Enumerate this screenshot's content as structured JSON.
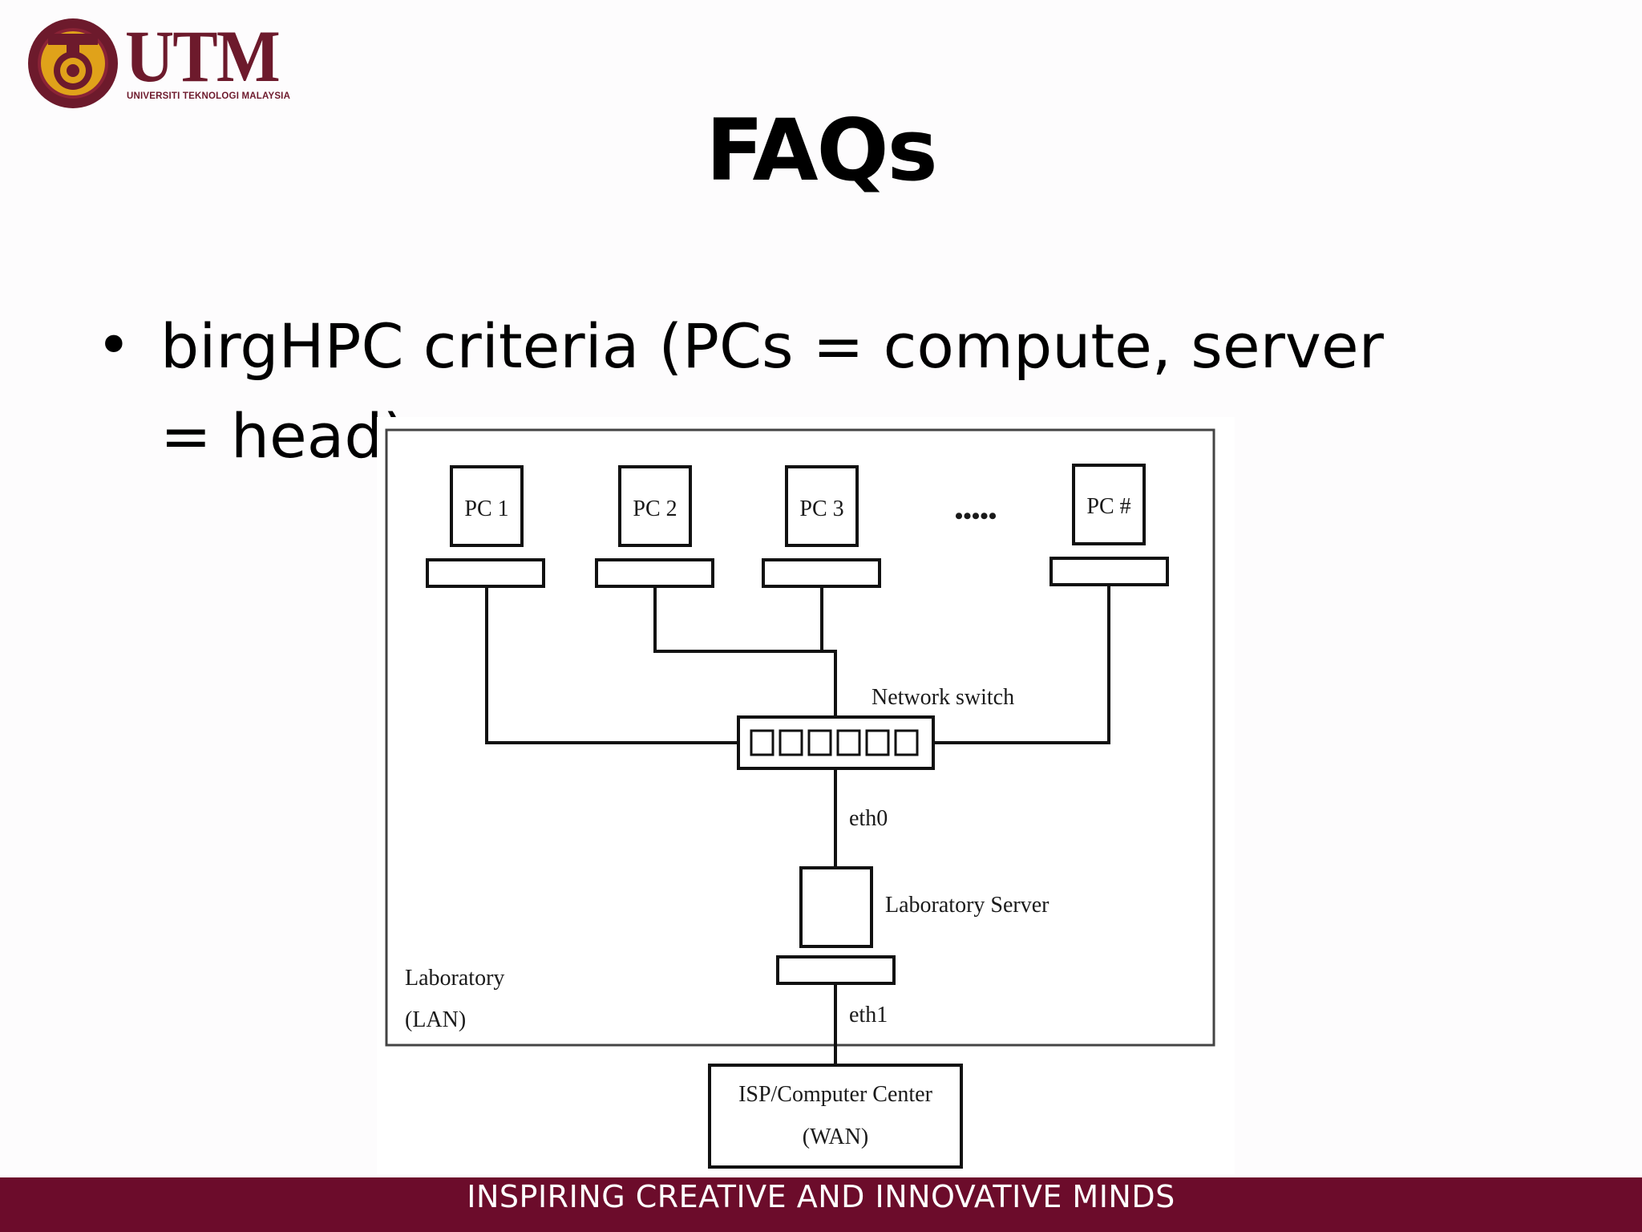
{
  "logo": {
    "name": "UTM",
    "subtitle": "UNIVERSITI TEKNOLOGI MALAYSIA"
  },
  "slide": {
    "title": "FAQs",
    "bullet": "birgHPC criteria (PCs = compute, server = head)"
  },
  "diagram": {
    "pcs": [
      "PC 1",
      "PC 2",
      "PC 3",
      "PC #"
    ],
    "ellipsis": "•••••",
    "switch_label": "Network switch",
    "eth0_label": "eth0",
    "server_label": "Laboratory Server",
    "eth1_label": "eth1",
    "lan_label_1": "Laboratory",
    "lan_label_2": "(LAN)",
    "wan_label_1": "ISP/Computer Center",
    "wan_label_2": "(WAN)"
  },
  "footer": {
    "tagline": "INSPIRING CREATIVE AND INNOVATIVE MINDS"
  },
  "colors": {
    "brand": "#6c0c2b",
    "emblem_gold": "#e0a21a"
  }
}
